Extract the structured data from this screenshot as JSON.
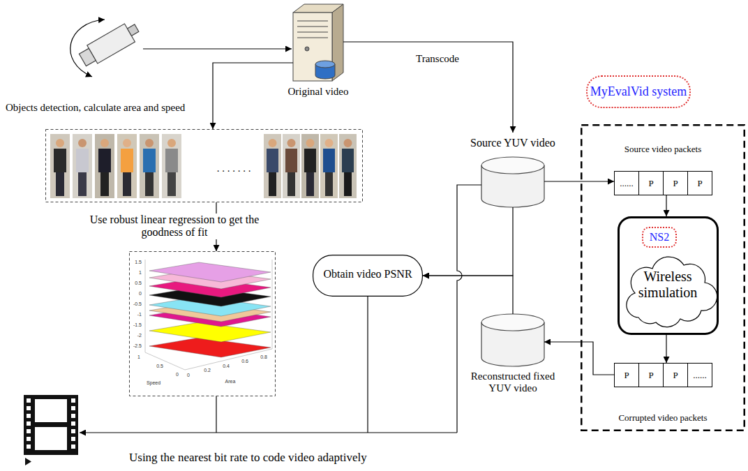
{
  "diagram": {
    "nodes": [
      {
        "text": [
          "Original video"
        ]
      },
      {
        "text": [
          ". . . . . . ."
        ]
      },
      {
        "text": [
          "Source YUV video"
        ]
      },
      {
        "text": [
          "1.5",
          "1",
          "0.5",
          "0",
          "-0.5",
          "-1",
          "-1.5",
          "-2",
          "-2.5",
          "1",
          "0.5",
          "0",
          "0",
          "0.2",
          "0.4",
          "0.6",
          "0.8",
          "Speed",
          "Area"
        ]
      },
      {
        "text": [
          "Obtain video PSNR"
        ]
      },
      {
        "text": [
          "Reconstructed fixed YUV video"
        ]
      },
      {
        "text": [
          "MyEvalVid system"
        ]
      },
      {
        "text": [
          "Source video packets",
          "......",
          "P",
          "P",
          "P"
        ],
        "in": 6
      },
      {
        "text": [
          "NS2",
          "Wireless simulation"
        ],
        "in": 6
      },
      {
        "text": [
          "P",
          "P",
          "P",
          "......",
          "Corrupted video packets"
        ],
        "in": 6
      }
    ],
    "edges": [
      {
        "from": 0,
        "to": 1,
        "arrow": "to",
        "label": "Objects detection, calculate area and speed"
      },
      {
        "from": 1,
        "to": 3,
        "arrow": "to",
        "label": "Use robust linear regression to get the goodness of fit"
      },
      {
        "from": 0,
        "to": 2,
        "arrow": "to",
        "label": "Transcode"
      },
      {
        "from": 2,
        "to": 7,
        "arrow": "to"
      },
      {
        "from": 7,
        "to": 8,
        "arrow": "to"
      },
      {
        "from": 8,
        "to": 9,
        "arrow": "to"
      },
      {
        "from": 9,
        "to": 5,
        "arrow": "to"
      },
      {
        "from": 2,
        "to": 4,
        "arrow": "to"
      },
      {
        "from": 5,
        "to": 4,
        "arrow": "to"
      }
    ],
    "labels": [
      "Using the nearest bit rate to code video adaptively"
    ]
  }
}
